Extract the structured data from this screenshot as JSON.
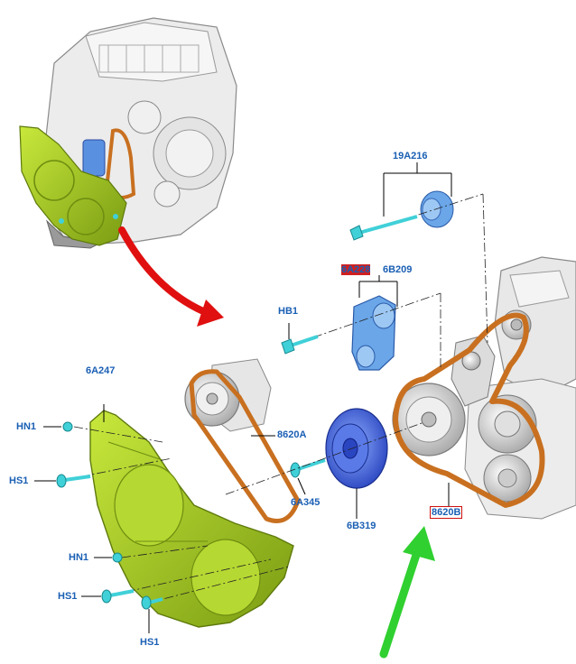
{
  "colors": {
    "label_text": "#1a5fb4",
    "highlight_box": "#d01010",
    "belt": "#c87020",
    "cover": "#9ec21e",
    "cover_dark": "#6e8c10",
    "fastener": "#40d0d8",
    "pulley_blue": "#3a5fd8",
    "tensioner_blue": "#6aa6e8",
    "arrow_red": "#e01010",
    "arrow_green": "#30d030",
    "metal": "#d8d8d8"
  },
  "labels": {
    "idler_pulley": "19A216",
    "tensioner_a": "6A228",
    "tensioner_b": "6B209",
    "tensioner_bolt": "HB1",
    "front_cover": "6A247",
    "nut_upper": "HN1",
    "screw_upper": "HS1",
    "pump_belt": "8620A",
    "damper_bolt": "6A345",
    "crank_damper": "6B319",
    "accessory_belt": "8620B",
    "nut_lower": "HN1",
    "screw_lower_left": "HS1",
    "screw_lower_bottom": "HS1"
  }
}
